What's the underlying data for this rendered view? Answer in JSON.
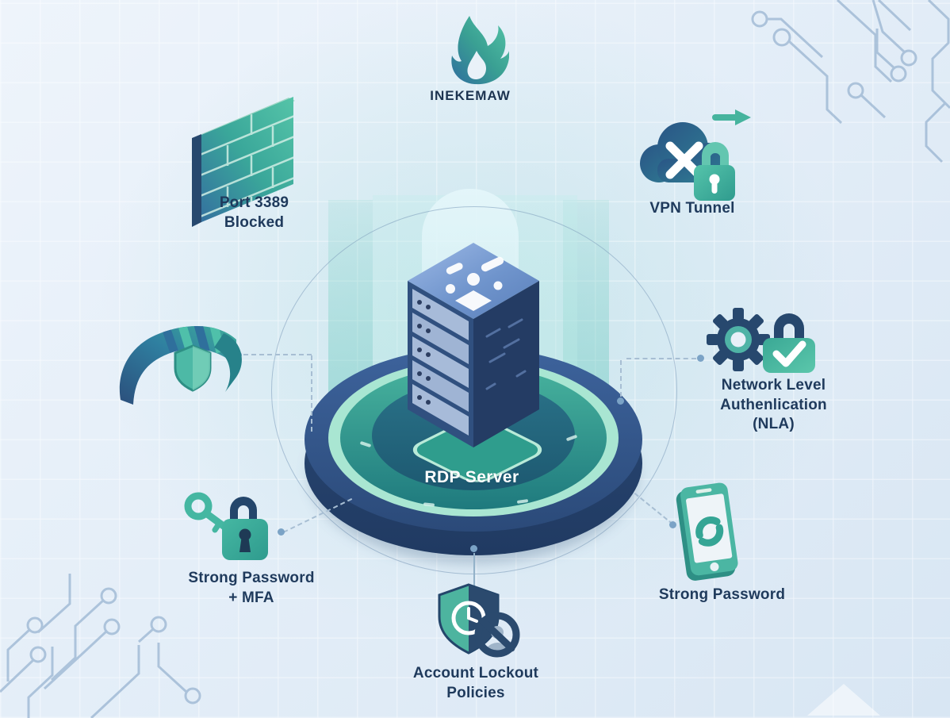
{
  "logo": {
    "text": "INEKEMAW",
    "icon": "flame-icon"
  },
  "center": {
    "label": "RDP Server",
    "icon": "server-tower-icon"
  },
  "nodes": {
    "firewall": {
      "label": "Port 3389\nBlocked",
      "icon": "firewall-brick-wall-icon",
      "position": "top-left"
    },
    "vpn": {
      "label": "VPN Tunnel",
      "icon": "cloud-x-lock-arrow-icon",
      "position": "top-right"
    },
    "ribbon": {
      "label": "",
      "icon": "ribbon-shield-icon",
      "position": "mid-left"
    },
    "nla": {
      "label": "Network Level\nAuthenlication\n(NLA)",
      "icon": "gear-lock-check-icon",
      "position": "mid-right"
    },
    "mfa": {
      "label": "Strong Password\n+ MFA",
      "icon": "key-lock-icon",
      "position": "bottom-left"
    },
    "lockout": {
      "label": "Account Lockout\nPolicies",
      "icon": "shield-clock-ban-icon",
      "position": "bottom-center"
    },
    "password": {
      "label": "Strong Password",
      "icon": "phone-swirl-icon",
      "position": "bottom-right"
    }
  },
  "colors": {
    "teal": "#3fae9b",
    "teal_light": "#5bc7ab",
    "mint": "#a9e6d2",
    "navy": "#1e3a5f",
    "slate_blue": "#2c4a78",
    "label_text": "#1f3a5c",
    "background": "#e8f0f8",
    "circuit_line": "#7fa0c4"
  }
}
